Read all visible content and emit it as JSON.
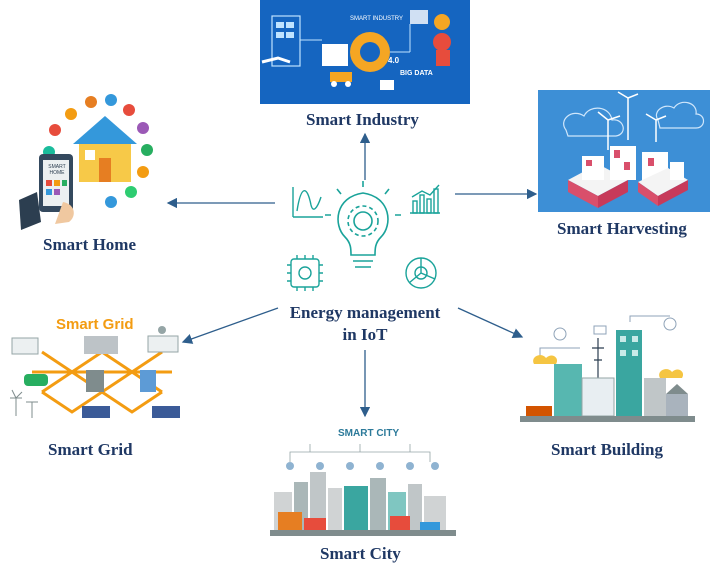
{
  "center": {
    "line1": "Energy management",
    "line2": "in IoT"
  },
  "nodes": {
    "industry": "Smart Industry",
    "home": "Smart Home",
    "harvesting": "Smart Harvesting",
    "grid": "Smart Grid",
    "city": "Smart City",
    "building": "Smart Building"
  },
  "image_text": {
    "industry_title": "SMART INDUSTRY",
    "industry_40": "4.0",
    "industry_bigdata": "BIG DATA",
    "home_phone": "SMART HOME",
    "grid_title": "Smart Grid",
    "city_title": "SMART CITY"
  },
  "colors": {
    "label": "#1f3864",
    "arrow": "#2e5e8c",
    "teal_icon": "#1aa39a",
    "industry_bg": "#1565c0",
    "harvest_bg": "#3d8fd6",
    "grid_accent": "#f39c12"
  }
}
